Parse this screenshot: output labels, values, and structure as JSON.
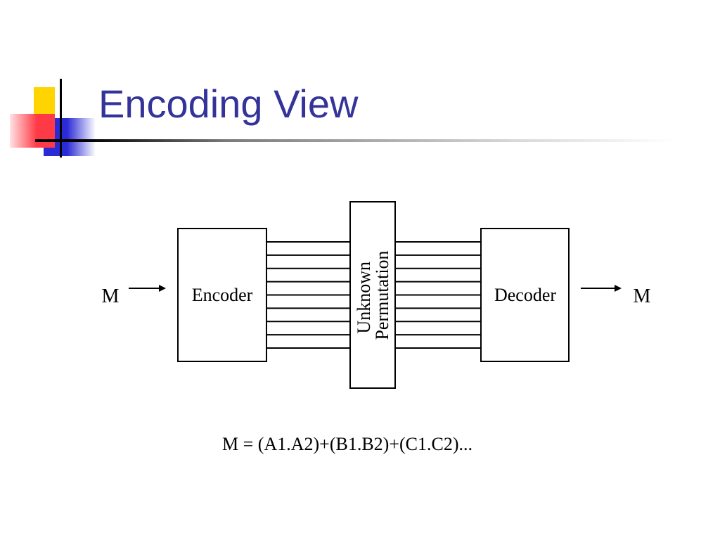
{
  "slide": {
    "title": "Encoding View"
  },
  "diagram": {
    "input_label": "M",
    "output_label": "M",
    "encoder_label": "Encoder",
    "decoder_label": "Decoder",
    "permutation_label_line1": "Unknown",
    "permutation_label_line2": "Permutation",
    "channel_count": 9,
    "formula": "M = (A1.A2)+(B1.B2)+(C1.C2)..."
  },
  "colors": {
    "title": "#333399",
    "accent_yellow": "#ffd400",
    "accent_blue": "#2b2bd6",
    "accent_red": "#ff3a46"
  }
}
